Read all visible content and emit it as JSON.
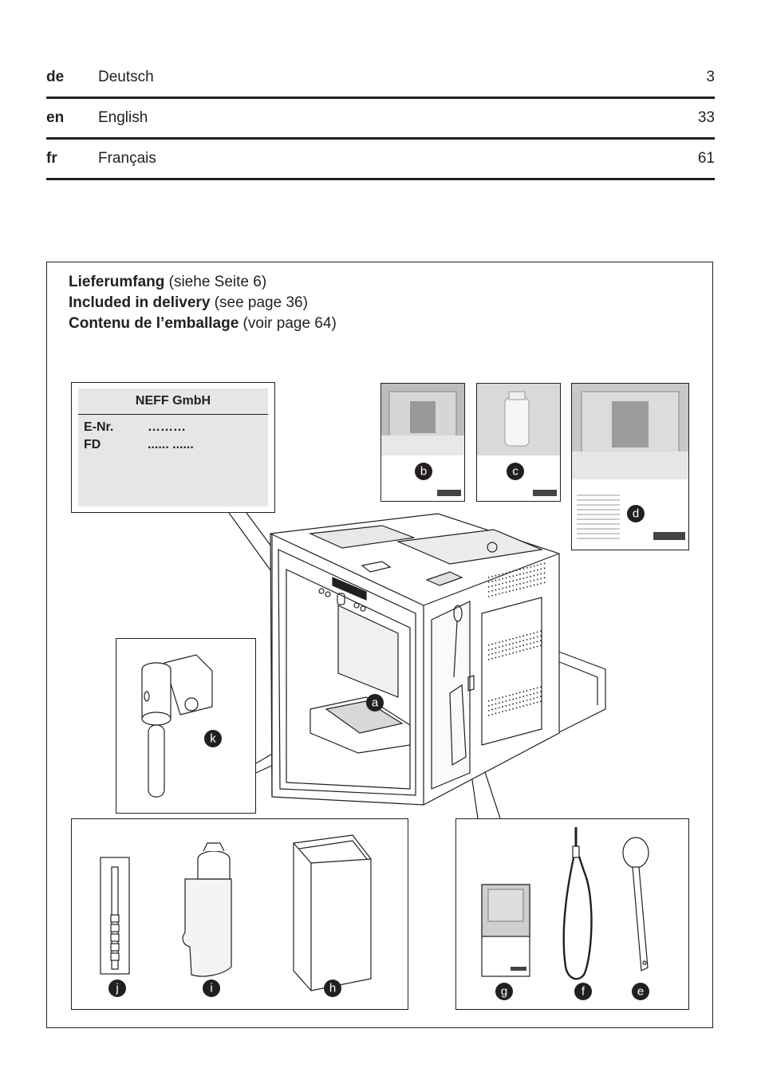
{
  "toc": [
    {
      "code": "de",
      "language": "Deutsch",
      "page": "3"
    },
    {
      "code": "en",
      "language": "English",
      "page": "33"
    },
    {
      "code": "fr",
      "language": "Français",
      "page": "61"
    }
  ],
  "delivery": {
    "lines": [
      {
        "bold": "Lieferumfang",
        "rest": " (siehe Seite 6)"
      },
      {
        "bold": "Included in delivery",
        "rest": " (see page 36)"
      },
      {
        "bold": "Contenu de l’emballage",
        "rest": " (voir page 64)"
      }
    ]
  },
  "rating_plate": {
    "title": "NEFF GmbH",
    "rows": [
      {
        "key": "E-Nr.",
        "value": "………"
      },
      {
        "key": "FD",
        "value": "......  ......"
      }
    ]
  },
  "part_labels": {
    "a": "a",
    "b": "b",
    "c": "c",
    "d": "d",
    "e": "e",
    "f": "f",
    "g": "g",
    "h": "h",
    "i": "i",
    "j": "j",
    "k": "k"
  },
  "colors": {
    "ink": "#231f20",
    "plate_bg": "#e6e6e6",
    "label_bg": "#231f20"
  }
}
